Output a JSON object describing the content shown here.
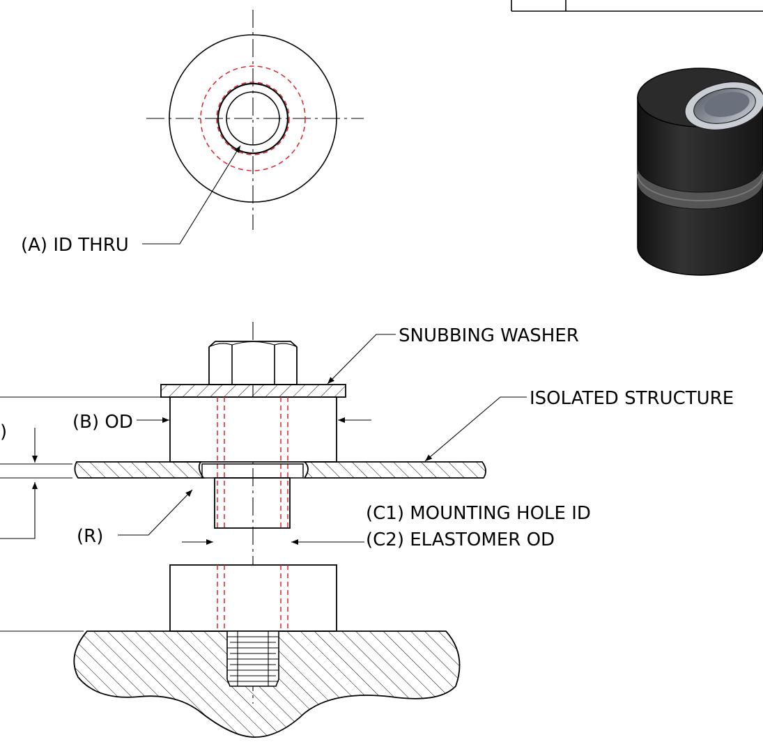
{
  "labels": {
    "id_thru": "(A) ID THRU",
    "snubbing_washer": "SNUBBING WASHER",
    "isolated_structure": "ISOLATED STRUCTURE",
    "od": "(B) OD",
    "radius": "(R)",
    "mounting_hole": "(C1) MOUNTING HOLE ID",
    "elastomer_od": "(C2) ELASTOMER OD",
    "cut_off_label": ")"
  },
  "colors": {
    "line": "#000000",
    "hidden_line": "#e0202a",
    "rubber_dark": "#2a2a2a",
    "sleeve": "#9aa0aa"
  }
}
